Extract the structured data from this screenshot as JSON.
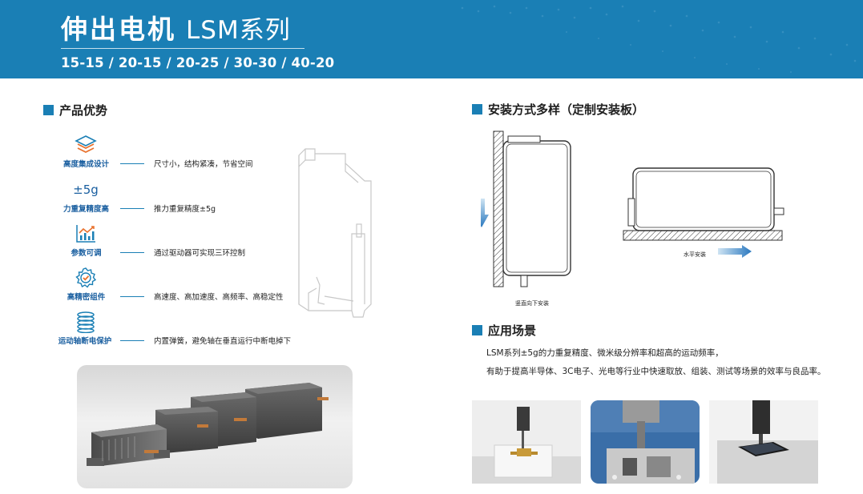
{
  "header": {
    "title_cn": "伸出电机",
    "title_en": "LSM系列",
    "models": "15-15 / 20-15 / 20-25 / 30-30 / 40-20",
    "bg_color": "#1a7fb5"
  },
  "advantages": {
    "title": "产品优势",
    "items": [
      {
        "icon": "layers-icon",
        "label": "高度集成设计",
        "desc": "尺寸小，结构紧凑，节省空间"
      },
      {
        "icon_text": "±5g",
        "label": "力重复精度高",
        "desc": "推力重复精度±5g"
      },
      {
        "icon": "chart-icon",
        "label": "参数可调",
        "desc": "通过驱动器可实现三环控制"
      },
      {
        "icon": "gear-check-icon",
        "label": "高精密组件",
        "desc": "高速度、高加速度、高频率、高稳定性"
      },
      {
        "icon": "spring-icon",
        "label": "运动轴断电保护",
        "desc": "内置弹簧，避免轴在垂直运行中断电掉下"
      }
    ]
  },
  "mounting": {
    "title": "安装方式多样（定制安装板）",
    "vertical_caption": "竖直向下安装",
    "horizontal_caption": "水平安装"
  },
  "application": {
    "title": "应用场景",
    "line1": "LSM系列±5g的力重复精度、微米级分辨率和超高的运动频率，",
    "line2": "有助于提高半导体、3C电子、光电等行业中快速取放、组装、测试等场景的效率与良品率。"
  }
}
